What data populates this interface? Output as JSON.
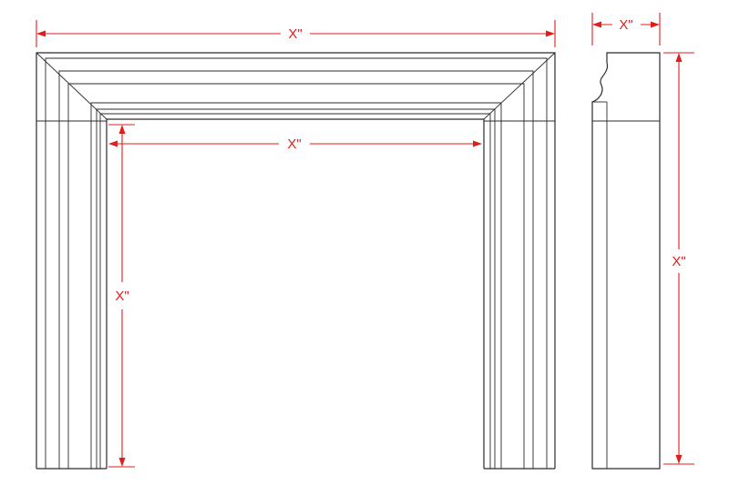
{
  "dimensions": {
    "overall_width": "X\"",
    "opening_width": "X\"",
    "opening_height": "X\"",
    "side_depth": "X\"",
    "side_height": "X\""
  },
  "colors": {
    "dimension": "#e21b1b",
    "outline": "#2b2b2b"
  }
}
